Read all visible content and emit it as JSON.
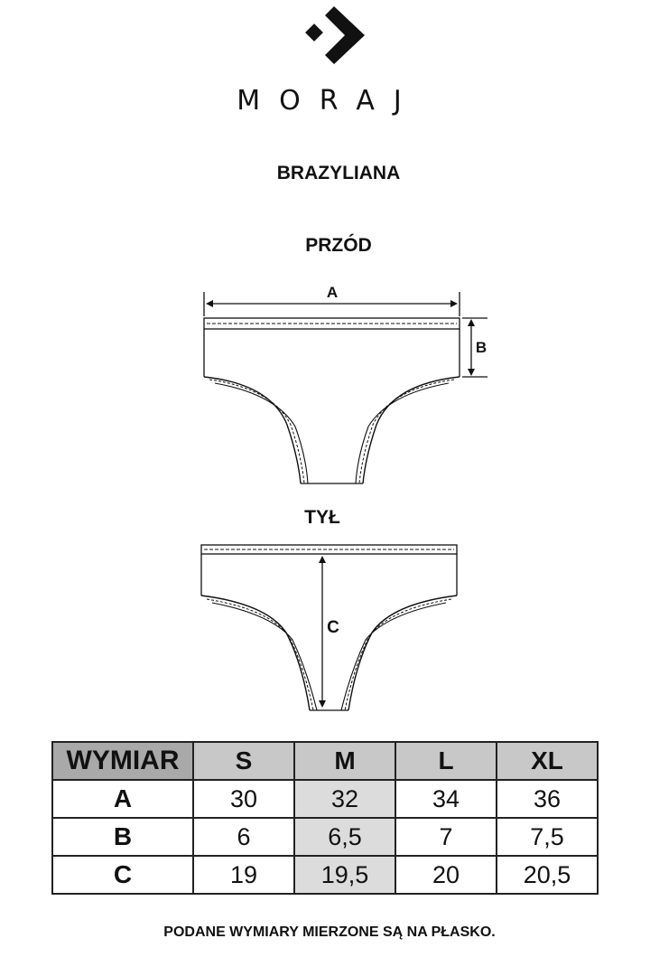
{
  "brand": {
    "name": "MORAJ",
    "logo_icon": "moraj-logo-icon"
  },
  "product_title": "BRAZYLIANA",
  "front": {
    "title": "PRZÓD",
    "label_a": "A",
    "label_b": "B"
  },
  "back": {
    "title": "TYŁ",
    "label_c": "C"
  },
  "size_table": {
    "header": "WYMIAR",
    "sizes": [
      "S",
      "M",
      "L",
      "XL"
    ],
    "rows": [
      {
        "label": "A",
        "values": [
          "30",
          "32",
          "34",
          "36"
        ]
      },
      {
        "label": "B",
        "values": [
          "6",
          "6,5",
          "7",
          "7,5"
        ]
      },
      {
        "label": "C",
        "values": [
          "19",
          "19,5",
          "20",
          "20,5"
        ]
      }
    ],
    "highlight_size": "M"
  },
  "footer_note": "PODANE WYMIARY MIERZONE SĄ NA PŁASKO.",
  "colors": {
    "table_header": "#c8c8c8",
    "table_corner": "#a9a9a9",
    "highlight_column": "#dcdcdc"
  }
}
